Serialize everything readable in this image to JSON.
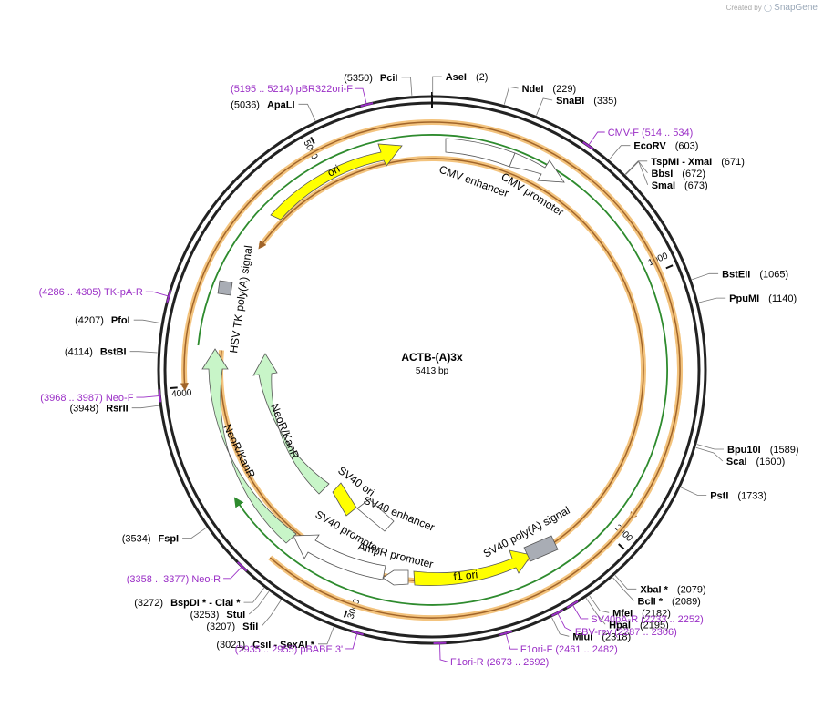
{
  "credit": {
    "prefix": "Created by",
    "brand": "SnapGene"
  },
  "plasmid": {
    "name": "ACTB-(A)3x",
    "size_label": "5413 bp",
    "length": 5413
  },
  "ruler": [
    {
      "pos": 1000,
      "label": "1000"
    },
    {
      "pos": 2000,
      "label": "2000"
    },
    {
      "pos": 3000,
      "label": "3000"
    },
    {
      "pos": 4000,
      "label": "4000"
    },
    {
      "pos": 5000,
      "label": "5000"
    }
  ],
  "sites": [
    {
      "pos": 5350,
      "side": "L",
      "name": "PciI",
      "num": "(5350)"
    },
    {
      "pos": 2,
      "side": "R",
      "name": "AseI",
      "num": "(2)"
    },
    {
      "pos": 229,
      "side": "R",
      "name": "NdeI",
      "num": "(229)"
    },
    {
      "pos": 335,
      "side": "R",
      "name": "SnaBI",
      "num": "(335)"
    },
    {
      "pos": 603,
      "side": "R",
      "name": "EcoRV",
      "num": "(603)"
    },
    {
      "pos": 671,
      "side": "R",
      "name": "TspMI",
      "extra": " - XmaI",
      "num": "(671)"
    },
    {
      "pos": 672,
      "side": "R",
      "name": "BbsI",
      "num": "(672)"
    },
    {
      "pos": 673,
      "side": "R",
      "name": "SmaI",
      "num": "(673)"
    },
    {
      "pos": 1065,
      "side": "R",
      "name": "BstEII",
      "num": "(1065)"
    },
    {
      "pos": 1140,
      "side": "R",
      "name": "PpuMI",
      "num": "(1140)"
    },
    {
      "pos": 1589,
      "side": "R",
      "name": "Bpu10I",
      "num": "(1589)"
    },
    {
      "pos": 1600,
      "side": "R",
      "name": "ScaI",
      "num": "(1600)"
    },
    {
      "pos": 1733,
      "side": "R",
      "name": "PstI",
      "num": "(1733)"
    },
    {
      "pos": 2079,
      "side": "R",
      "name": "XbaI *",
      "num": "(2079)"
    },
    {
      "pos": 2089,
      "side": "R",
      "name": "BclI *",
      "num": "(2089)"
    },
    {
      "pos": 2182,
      "side": "R",
      "name": "MfeI",
      "num": "(2182)"
    },
    {
      "pos": 2195,
      "side": "R",
      "name": "HpaI",
      "num": "(2195)"
    },
    {
      "pos": 2318,
      "side": "R",
      "name": "MluI",
      "num": "(2318)"
    },
    {
      "pos": 3021,
      "side": "L",
      "name": "CsiI",
      "extra": " - SexAI *",
      "num": "(3021)"
    },
    {
      "pos": 3207,
      "side": "L",
      "name": "SfiI",
      "num": "(3207)"
    },
    {
      "pos": 3253,
      "side": "L",
      "name": "StuI",
      "num": "(3253)"
    },
    {
      "pos": 3272,
      "side": "L",
      "name": "BspDI *",
      "extra": " - ClaI *",
      "num": "(3272)"
    },
    {
      "pos": 3534,
      "side": "L",
      "name": "FspI",
      "num": "(3534)"
    },
    {
      "pos": 3948,
      "side": "L",
      "name": "RsrII",
      "num": "(3948)"
    },
    {
      "pos": 4114,
      "side": "L",
      "name": "BstBI",
      "num": "(4114)"
    },
    {
      "pos": 4207,
      "side": "L",
      "name": "PfoI",
      "num": "(4207)"
    },
    {
      "pos": 5036,
      "side": "L",
      "name": "ApaLI",
      "num": "(5036)"
    }
  ],
  "primers": [
    {
      "pos": 5205,
      "side": "L",
      "label": "(5195 .. 5214)  pBR322ori-F"
    },
    {
      "pos": 524,
      "side": "R",
      "label": "CMV-F     (514 .. 534)"
    },
    {
      "pos": 4295,
      "side": "L",
      "label": "(4286 .. 4305)  TK-pA-R"
    },
    {
      "pos": 3978,
      "side": "L",
      "label": "(3968 .. 3987)  Neo-F"
    },
    {
      "pos": 3368,
      "side": "L",
      "label": "(3358 .. 3377)  Neo-R"
    },
    {
      "pos": 2945,
      "side": "L",
      "label": "(2935 .. 2955)  pBABE 3'"
    },
    {
      "pos": 2242,
      "side": "R",
      "label": "SV40pA-R     (2233 .. 2252)"
    },
    {
      "pos": 2296,
      "side": "R",
      "label": "EBV-rev     (2287 .. 2306)"
    },
    {
      "pos": 2471,
      "side": "R",
      "label": "F1ori-F     (2461 .. 2482)"
    },
    {
      "pos": 2682,
      "side": "R",
      "label": "F1ori-R     (2673 .. 2692)"
    }
  ],
  "features": [
    {
      "label": "ori",
      "type": "yellow-arrow"
    },
    {
      "label": "CMV enhancer",
      "type": "white-box"
    },
    {
      "label": "CMV promoter",
      "type": "white-arrow"
    },
    {
      "label": "SV40 ori",
      "type": "yellow-box"
    },
    {
      "label": "SV40 enhancer",
      "type": "white-box"
    },
    {
      "label": "SV40 promoter",
      "type": "white-arrow"
    },
    {
      "label": "AmpR promoter",
      "type": "white-arrow"
    },
    {
      "label": "f1 ori",
      "type": "yellow-arrow"
    },
    {
      "label": "SV40 poly(A) signal",
      "type": "gray-box"
    },
    {
      "label": "HSV TK poly(A) signal",
      "type": "gray-box"
    },
    {
      "label": "NeoR/KanR",
      "type": "green-arrow"
    },
    {
      "label": "NeoR/KanR",
      "type": "green-arrow"
    }
  ],
  "colors": {
    "backbone": "#222222",
    "primer": "#9a2ec6",
    "ori_yellow": "#ffff00",
    "green_feature": "#c8f5c8",
    "orf_orange": "#f3c37d",
    "orf_arrow": "#a0642a",
    "neo_orf": "#2e8b2e",
    "gray_feature": "#a9adb5"
  }
}
